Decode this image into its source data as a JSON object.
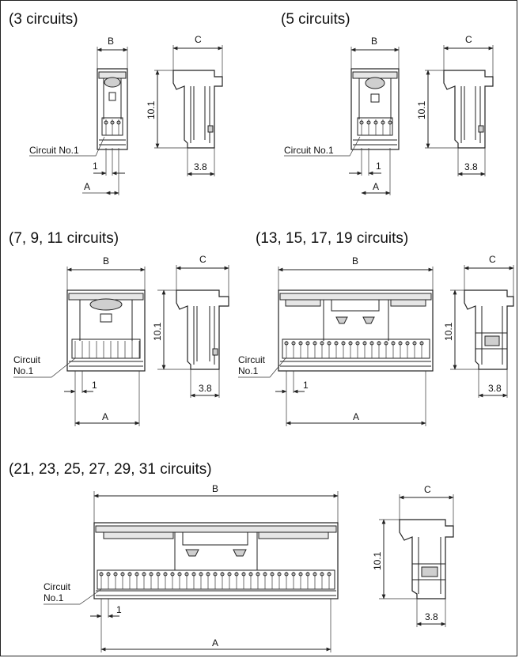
{
  "panels": [
    {
      "id": "p3",
      "title": "(3 circuits)",
      "dim_a": "A",
      "dim_b": "B",
      "dim_c": "C",
      "height": "10.1",
      "depth": "3.8",
      "pitch": "1",
      "circuit_label": "Circuit No.1"
    },
    {
      "id": "p5",
      "title": "(5 circuits)",
      "dim_a": "A",
      "dim_b": "B",
      "dim_c": "C",
      "height": "10.1",
      "depth": "3.8",
      "pitch": "1",
      "circuit_label": "Circuit No.1"
    },
    {
      "id": "p7",
      "title": "(7, 9, 11 circuits)",
      "dim_a": "A",
      "dim_b": "B",
      "dim_c": "C",
      "height": "10.1",
      "depth": "3.8",
      "pitch": "1",
      "circuit_label_1": "Circuit",
      "circuit_label_2": "No.1"
    },
    {
      "id": "p13",
      "title": "(13, 15, 17, 19 circuits)",
      "dim_a": "A",
      "dim_b": "B",
      "dim_c": "C",
      "height": "10.1",
      "depth": "3.8",
      "pitch": "1",
      "circuit_label_1": "Circuit",
      "circuit_label_2": "No.1"
    },
    {
      "id": "p21",
      "title": "(21, 23, 25, 27, 29, 31 circuits)",
      "dim_a": "A",
      "dim_b": "B",
      "dim_c": "C",
      "height": "10.1",
      "depth": "3.8",
      "pitch": "1",
      "circuit_label_1": "Circuit",
      "circuit_label_2": "No.1"
    }
  ],
  "colors": {
    "line": "#222222",
    "fill_light": "#e6e6e6",
    "fill_dark": "#cfcfcf"
  }
}
